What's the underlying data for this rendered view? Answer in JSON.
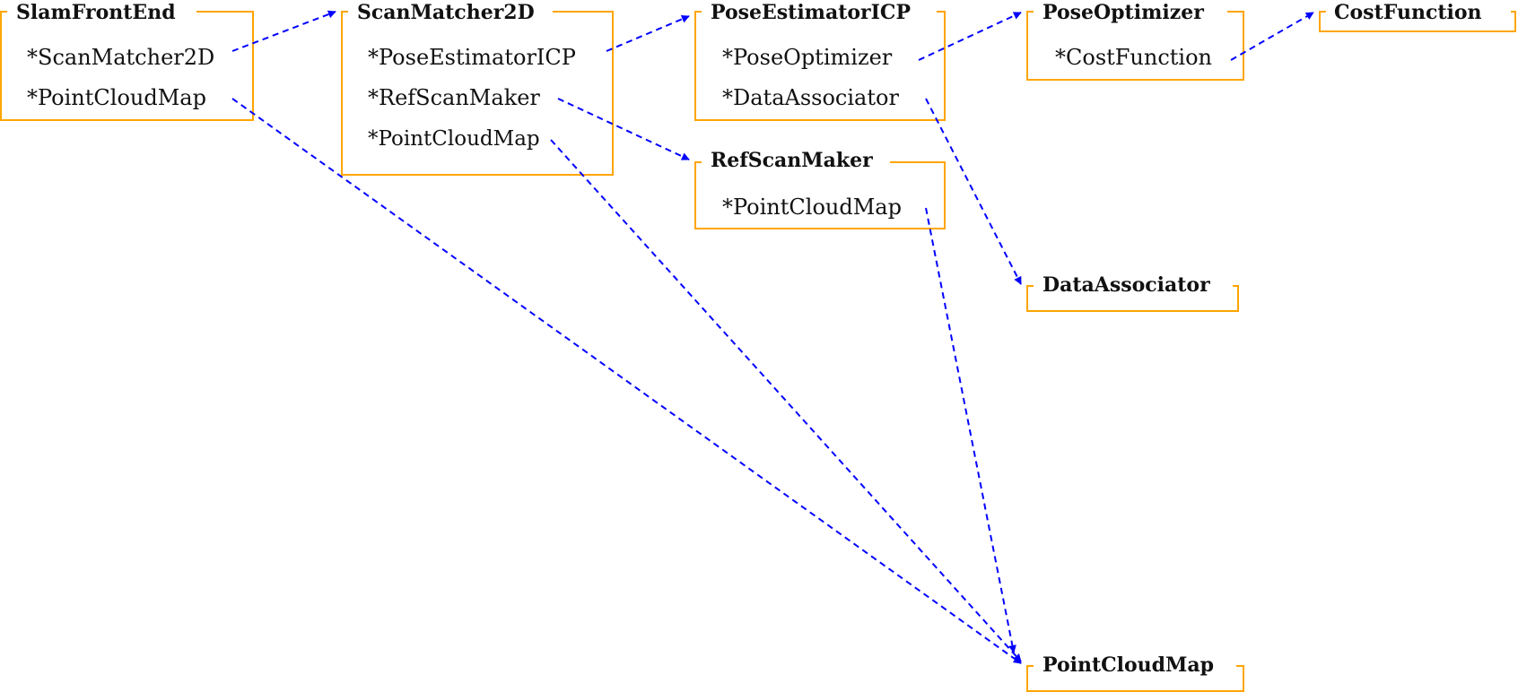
{
  "diagram": {
    "colors": {
      "box_border": "#ffa500",
      "edge": "#0000ff",
      "text": "#111111",
      "background": "#ffffff"
    },
    "classes": [
      {
        "id": "slamfrontend",
        "name": "SlamFrontEnd",
        "members": [
          "*ScanMatcher2D",
          "*PointCloudMap"
        ]
      },
      {
        "id": "scanmatcher2d",
        "name": "ScanMatcher2D",
        "members": [
          "*PoseEstimatorICP",
          "*RefScanMaker",
          "*PointCloudMap"
        ]
      },
      {
        "id": "poseestimatoricp",
        "name": "PoseEstimatorICP",
        "members": [
          "*PoseOptimizer",
          "*DataAssociator"
        ]
      },
      {
        "id": "poseoptimizer",
        "name": "PoseOptimizer",
        "members": [
          "*CostFunction"
        ]
      },
      {
        "id": "costfunction",
        "name": "CostFunction",
        "members": []
      },
      {
        "id": "refscanmaker",
        "name": "RefScanMaker",
        "members": [
          "*PointCloudMap"
        ]
      },
      {
        "id": "dataassociator",
        "name": "DataAssociator",
        "members": []
      },
      {
        "id": "pointcloudmap",
        "name": "PointCloudMap",
        "members": []
      }
    ],
    "edges": [
      {
        "from": "slamfrontend",
        "member": 0,
        "to": "scanmatcher2d"
      },
      {
        "from": "slamfrontend",
        "member": 1,
        "to": "pointcloudmap"
      },
      {
        "from": "scanmatcher2d",
        "member": 0,
        "to": "poseestimatoricp"
      },
      {
        "from": "scanmatcher2d",
        "member": 1,
        "to": "refscanmaker"
      },
      {
        "from": "scanmatcher2d",
        "member": 2,
        "to": "pointcloudmap"
      },
      {
        "from": "poseestimatoricp",
        "member": 0,
        "to": "poseoptimizer"
      },
      {
        "from": "poseestimatoricp",
        "member": 1,
        "to": "dataassociator"
      },
      {
        "from": "poseoptimizer",
        "member": 0,
        "to": "costfunction"
      },
      {
        "from": "refscanmaker",
        "member": 0,
        "to": "pointcloudmap"
      }
    ]
  }
}
